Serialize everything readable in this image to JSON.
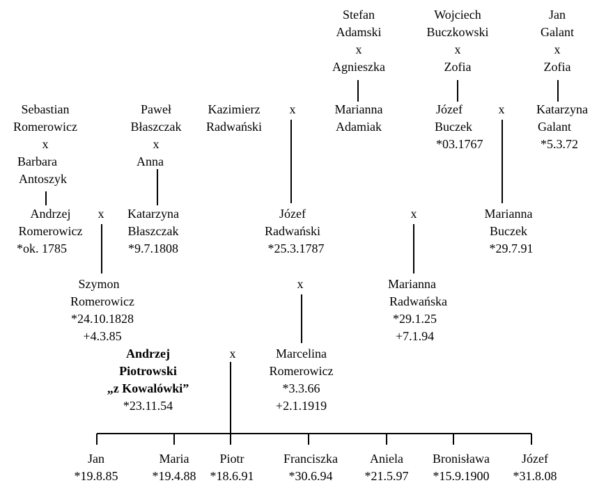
{
  "diagram_title": "",
  "marriage_symbol": "x",
  "nodes": {
    "stefan_agnieszka": [
      "Stefan",
      "Adamski",
      "x",
      "Agnieszka"
    ],
    "wojciech_zofia": [
      "Wojciech",
      "Buczkowski",
      "x",
      "Zofia"
    ],
    "jan_zofia": [
      "Jan",
      "Galant",
      "x",
      "Zofia"
    ],
    "sebastian_barbara": [
      "Sebastian",
      "Romerowicz",
      "x",
      "Barbara",
      "Antoszyk"
    ],
    "pawel_anna": [
      "Paweł",
      "Błaszczak",
      "x",
      "Anna"
    ],
    "kazimierz": [
      "Kazimierz",
      "Radwański"
    ],
    "marianna_adamiak": [
      "Marianna",
      "Adamiak"
    ],
    "jozef_buczek": [
      "Józef",
      "Buczek",
      "*03.1767"
    ],
    "katarzyna_galant": [
      "Katarzyna",
      "Galant",
      "*5.3.72"
    ],
    "andrzej_romerowicz": [
      "Andrzej",
      "Romerowicz",
      "*ok. 1785"
    ],
    "katarzyna_blaszczak": [
      "Katarzyna",
      "Błaszczak",
      "*9.7.1808"
    ],
    "jozef_radwanski": [
      "Józef",
      "Radwański",
      "*25.3.1787"
    ],
    "marianna_buczek": [
      "Marianna",
      "Buczek",
      "*29.7.91"
    ],
    "szymon_romerowicz": [
      "Szymon",
      "Romerowicz",
      "*24.10.1828",
      "+4.3.85"
    ],
    "marianna_radwanska": [
      "Marianna",
      "Radwańska",
      "*29.1.25",
      "+7.1.94"
    ],
    "andrzej_piotrowski": [
      "Andrzej",
      "Piotrowski",
      "„z Kowalówki”",
      "*23.11.54"
    ],
    "marcelina_romerowicz": [
      "Marcelina",
      "Romerowicz",
      "*3.3.66",
      "+2.1.1919"
    ]
  },
  "children": [
    {
      "name": "Jan",
      "birth": "*19.8.85"
    },
    {
      "name": "Maria",
      "birth": "*19.4.88"
    },
    {
      "name": "Piotr",
      "birth": "*18.6.91"
    },
    {
      "name": "Franciszka",
      "birth": "*30.6.94"
    },
    {
      "name": "Aniela",
      "birth": "*21.5.97"
    },
    {
      "name": "Bronisława",
      "birth": "*15.9.1900"
    },
    {
      "name": "Józef",
      "birth": "*31.8.08"
    }
  ]
}
